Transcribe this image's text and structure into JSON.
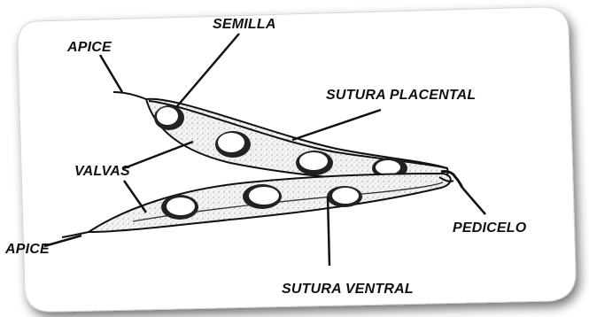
{
  "labels": {
    "semilla": "SEMILLA",
    "apice_top": "APICE",
    "sutura_placental": "SUTURA PLACENTAL",
    "valvas": "VALVAS",
    "apice_bottom": "APICE",
    "pedicelo": "PEDICELO",
    "sutura_ventral": "SUTURA VENTRAL"
  },
  "colors": {
    "ink": "#111111",
    "card_shadow": "#9a9a9a",
    "pod_fill": "#efefef"
  }
}
